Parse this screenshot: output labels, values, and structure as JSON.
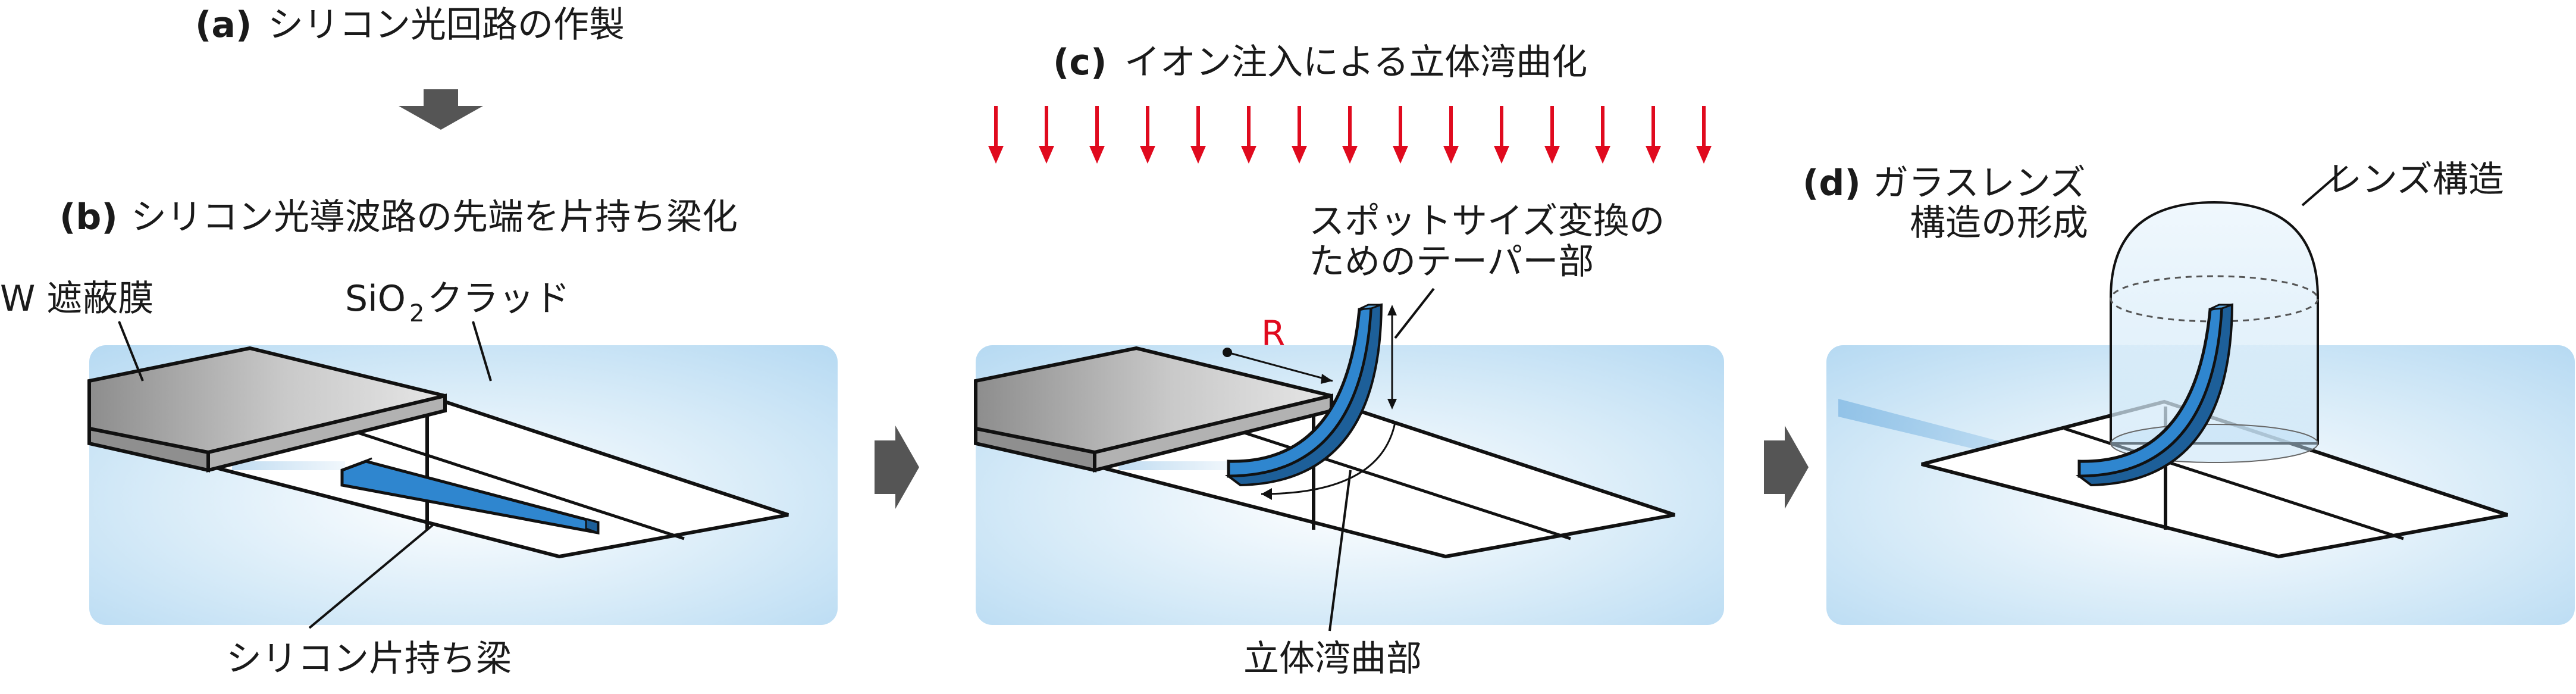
{
  "step_a": {
    "letter": "(a)",
    "text": "シリコン光回路の作製"
  },
  "step_b": {
    "letter": "(b)",
    "text": "シリコン光導波路の先端を片持ち梁化"
  },
  "step_c": {
    "letter": "(c)",
    "text": "イオン注入による立体湾曲化"
  },
  "step_d": {
    "letter": "(d)",
    "text_line1": "ガラスレンズ",
    "text_line2": "構造の形成"
  },
  "panel_b": {
    "w_film": "W 遮蔽膜",
    "sio2_prefix": "SiO",
    "sio2_sub": "2",
    "sio2_suffix": "クラッド",
    "cantilever": "シリコン片持ち梁"
  },
  "panel_c": {
    "taper_line1": "スポットサイズ変換の",
    "taper_line2": "ためのテーパー部",
    "radius": "R",
    "bend": "立体湾曲部"
  },
  "panel_d": {
    "lens": "レンズ構造"
  },
  "colors": {
    "ion_arrow": "#e00a1e",
    "radius_label": "#e00a1e",
    "waveguide": "#2f86cf",
    "cladding": "#bfe0f6",
    "w_film": "#a8a8a8",
    "process_arrow": "#555555"
  }
}
